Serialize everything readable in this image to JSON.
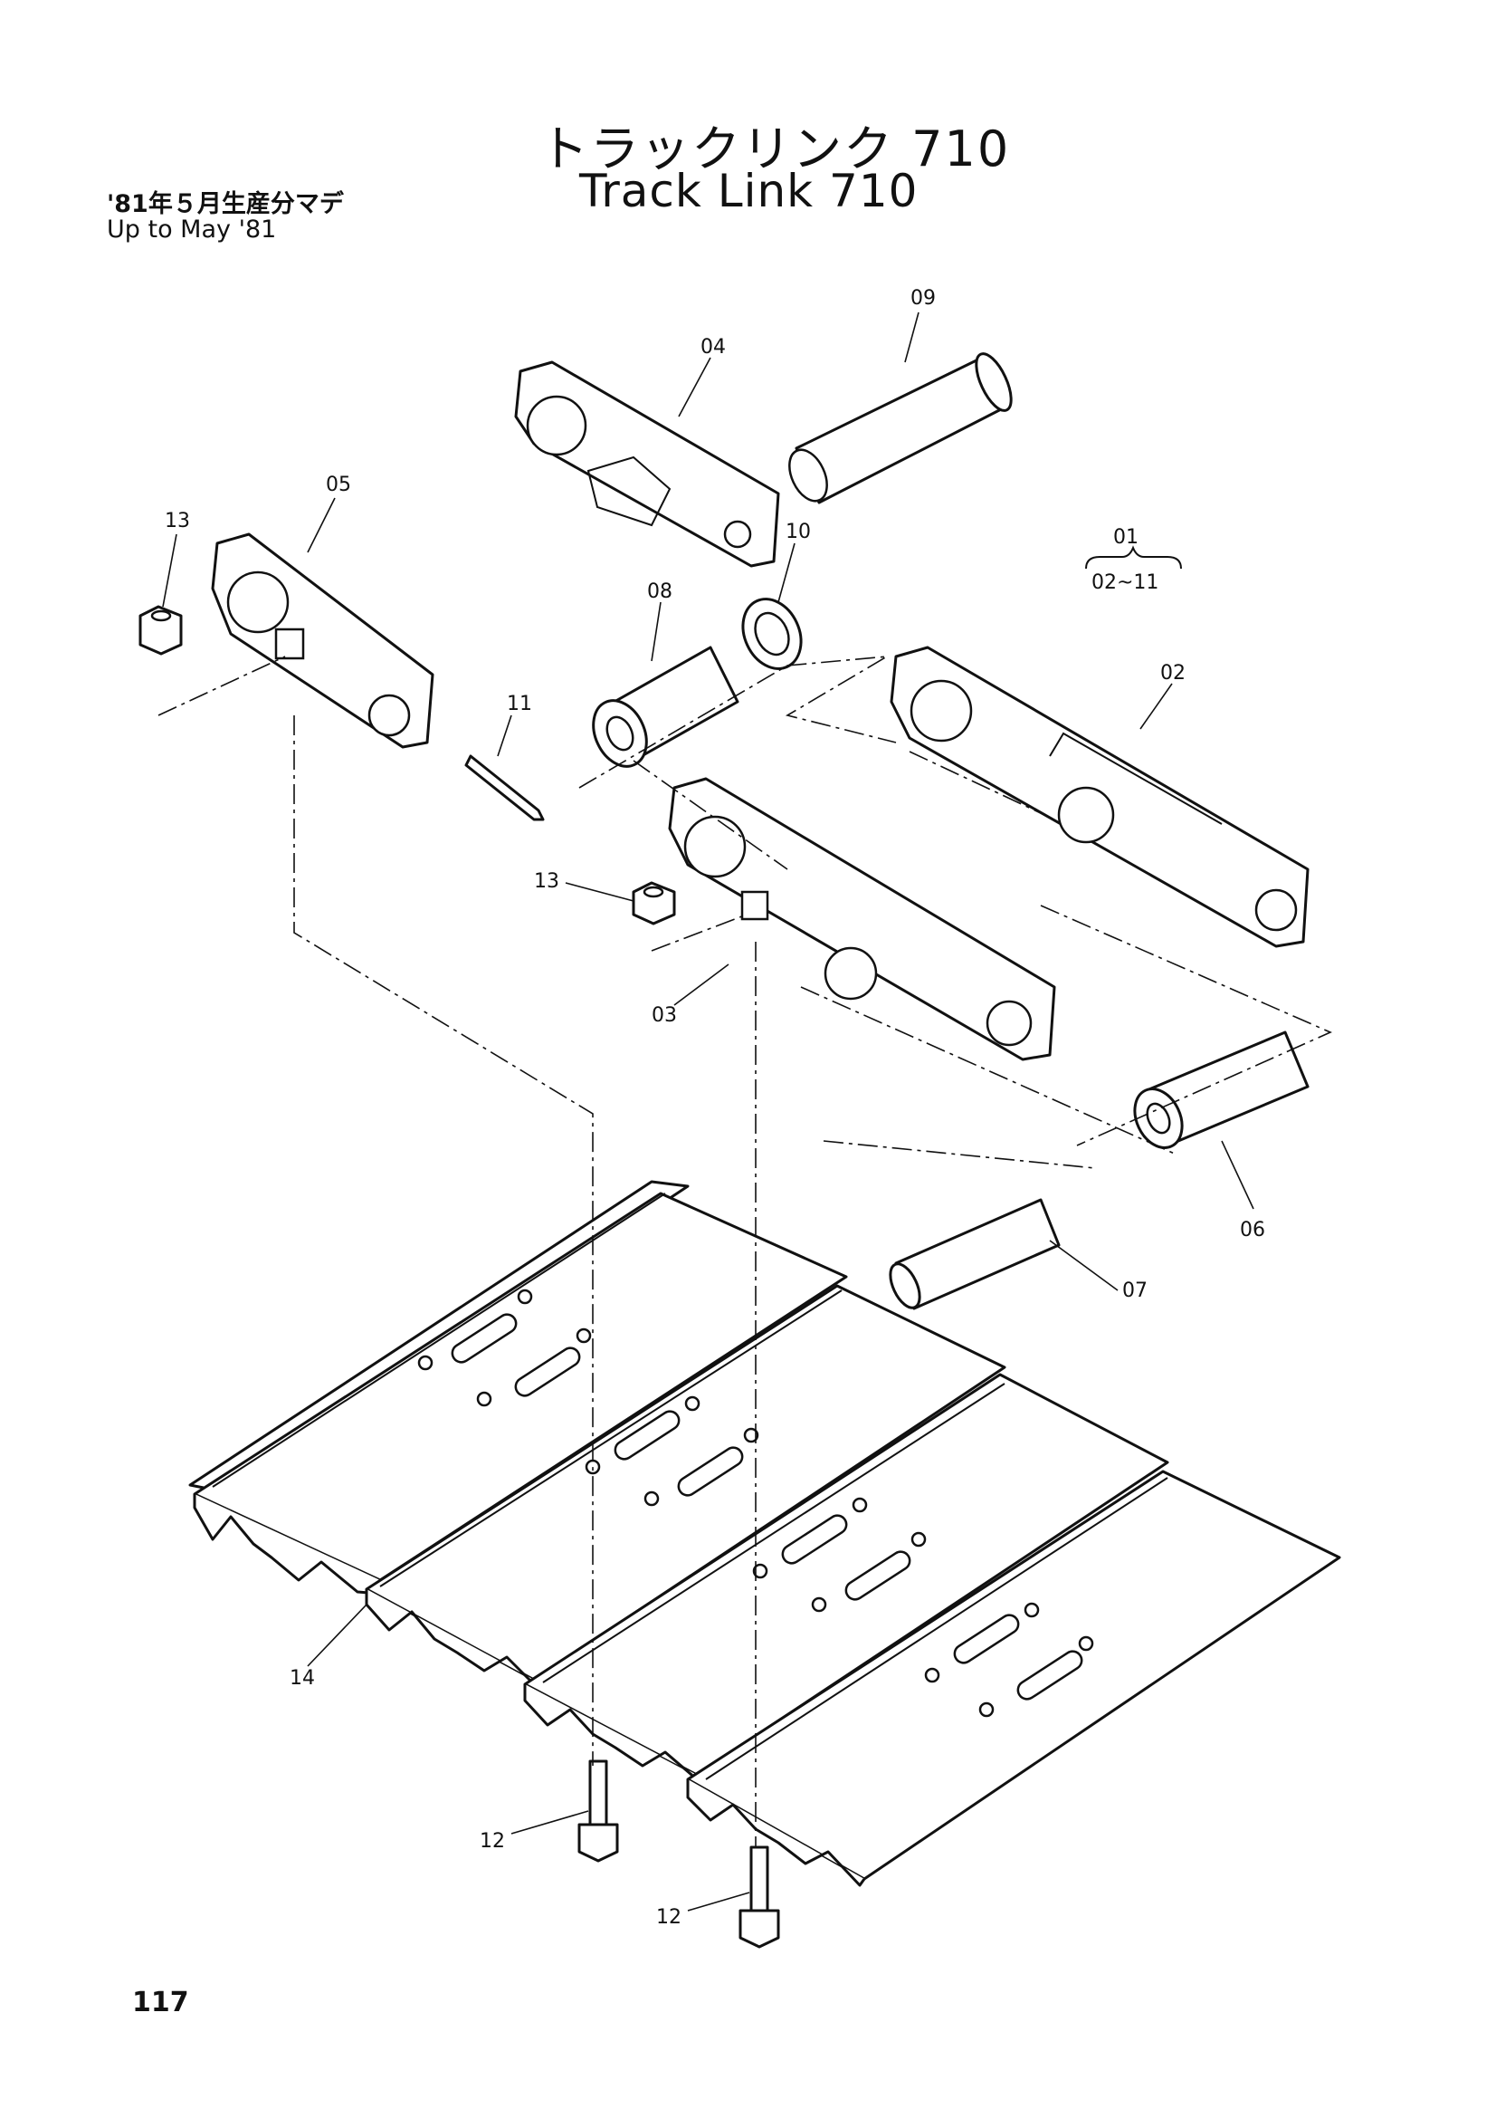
{
  "title": {
    "japanese": "トラックリンク 710",
    "english": "Track Link 710"
  },
  "note": {
    "japanese": "'81年５月生産分マデ",
    "english": "Up to May '81"
  },
  "assembly": {
    "number": "01",
    "range": "02~11"
  },
  "parts": [
    {
      "id": "02"
    },
    {
      "id": "03"
    },
    {
      "id": "04"
    },
    {
      "id": "05"
    },
    {
      "id": "06"
    },
    {
      "id": "07"
    },
    {
      "id": "08"
    },
    {
      "id": "09"
    },
    {
      "id": "10"
    },
    {
      "id": "11"
    },
    {
      "id": "12"
    },
    {
      "id": "13"
    },
    {
      "id": "14"
    }
  ],
  "labels": {
    "p02": "02",
    "p03": "03",
    "p04": "04",
    "p05": "05",
    "p06": "06",
    "p07": "07",
    "p08": "08",
    "p09": "09",
    "p10": "10",
    "p11": "11",
    "p12a": "12",
    "p12b": "12",
    "p13a": "13",
    "p13b": "13",
    "p14": "14"
  },
  "page_number": "117"
}
